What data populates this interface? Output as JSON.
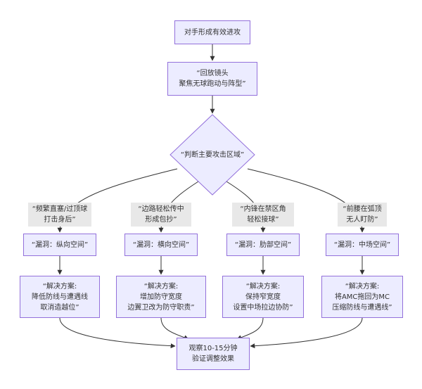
{
  "nodes": {
    "start": [
      "对手形成有效进攻"
    ],
    "replay": [
      "“回放镜头",
      "聚焦无球跑动与阵型”"
    ],
    "decide": [
      "“判断主要攻击区域”"
    ],
    "gap1": [
      "“漏洞：纵向空间”"
    ],
    "gap2": [
      "“漏洞：横向空间”"
    ],
    "gap3": [
      "“漏洞：肋部空间”"
    ],
    "gap4": [
      "“漏洞：中场空间”"
    ],
    "fix1": [
      "“解决方案:",
      "降低防线与遭遇线",
      "取消造越位”"
    ],
    "fix2": [
      "“解决方案:",
      "增加防守宽度",
      "边翼卫改为防守职责”"
    ],
    "fix3": [
      "“解决方案:",
      "保持窄宽度",
      "设置中场拉边协防”"
    ],
    "fix4": [
      "“解决方案:",
      "将AMC拖回为MC",
      "压缩防线与遭遇线”"
    ],
    "end": [
      "观察10-15分钟",
      "验证调整效果"
    ]
  },
  "edges": {
    "e1": [
      "“频繁直塞/过顶球",
      "打击身后”"
    ],
    "e2": [
      "“边路轻松传中",
      "形成包抄”"
    ],
    "e3": [
      "“内锋在禁区角",
      "轻松接球”"
    ],
    "e4": [
      "“前腰在弧顶",
      "无人盯防”"
    ]
  },
  "colors": {
    "node_fill": "#ECECFF",
    "node_stroke": "#9370DB",
    "edge": "#333333",
    "edge_label_bg": "#E8E8E8"
  }
}
